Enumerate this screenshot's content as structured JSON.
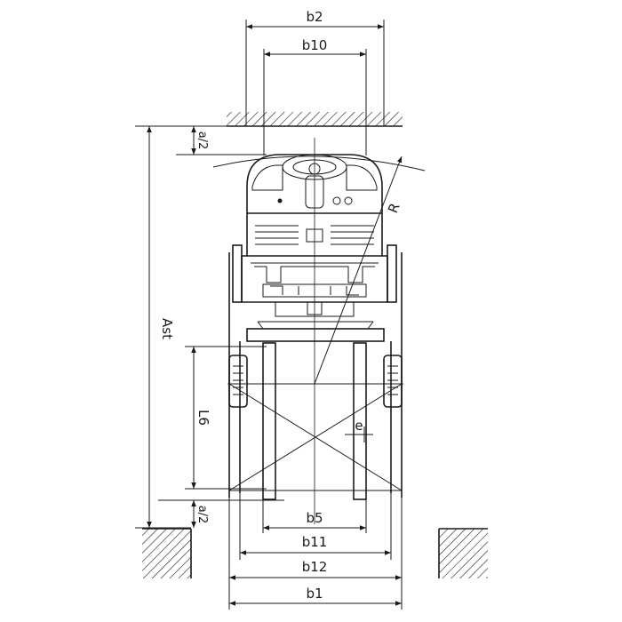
{
  "diagram": {
    "labels": {
      "b2": "b2",
      "b10": "b10",
      "a_half_top": "a/2",
      "r": "R",
      "ast": "Ast",
      "l6": "L6",
      "e": "e",
      "a_half_bottom": "a/2",
      "b5": "b5",
      "b11": "b11",
      "b12": "b12",
      "b1": "b1"
    }
  }
}
